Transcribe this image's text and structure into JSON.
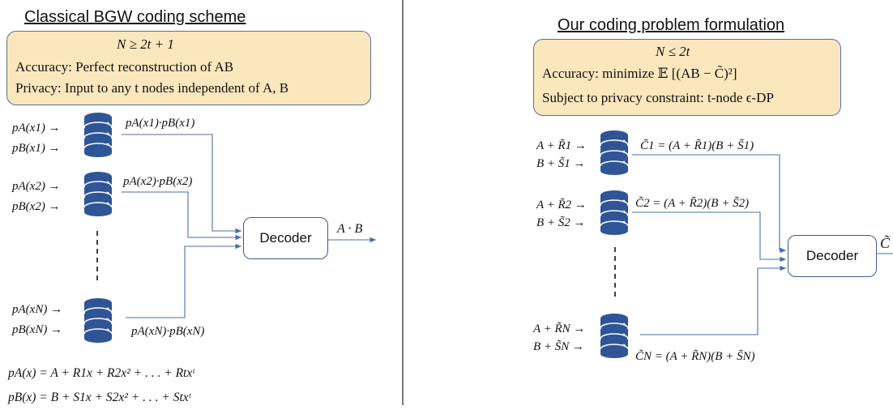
{
  "left": {
    "title": "Classical BGW coding scheme",
    "box": {
      "line1": "N ≥ 2t + 1",
      "line2": "Accuracy:  Perfect reconstruction of AB",
      "line3": "Privacy:  Input to any t nodes independent of A, B"
    },
    "nodes": [
      {
        "in1": "pA(x1) →",
        "in2": "pB(x1) →",
        "out": "pA(x1)·pB(x1)"
      },
      {
        "in1": "pA(x2) →",
        "in2": "pB(x2) →",
        "out": "pA(x2)·pB(x2)"
      },
      {
        "in1": "pA(xN) →",
        "in2": "pB(xN) →",
        "out": "pA(xN)·pB(xN)"
      }
    ],
    "decoder_label": "Decoder",
    "output_label": "A · B",
    "poly_a": "pA(x) = A + R1x + R2x² + . . . + Rtxᵗ",
    "poly_b": "pB(x) = B + S1x + S2x² + . . . + Stxᵗ"
  },
  "right": {
    "title": "Our coding problem formulation",
    "box": {
      "line1": "N ≤ 2t",
      "line2": "Accuracy:  minimize 𝔼 [(AB − C̃)²]",
      "line3": "Subject to privacy constraint:  t-node ϵ-DP"
    },
    "nodes": [
      {
        "in1": "A + R̃1 →",
        "in2": "B + S̃1 →",
        "out": "C̃1 = (A + R̃1)(B + S̃1)"
      },
      {
        "in1": "A + R̃2 →",
        "in2": "B + S̃2 →",
        "out": "C̃2 = (A + R̃2)(B + S̃2)"
      },
      {
        "in1": "A + R̃N →",
        "in2": "B + S̃N →",
        "out": "C̃N = (A + R̃N)(B + S̃N)"
      }
    ],
    "decoder_label": "Decoder",
    "output_label": "C̃"
  },
  "colors": {
    "box_fill": "#fbe7bd",
    "node": "#2f5597",
    "wire": "#4a6ea9"
  }
}
